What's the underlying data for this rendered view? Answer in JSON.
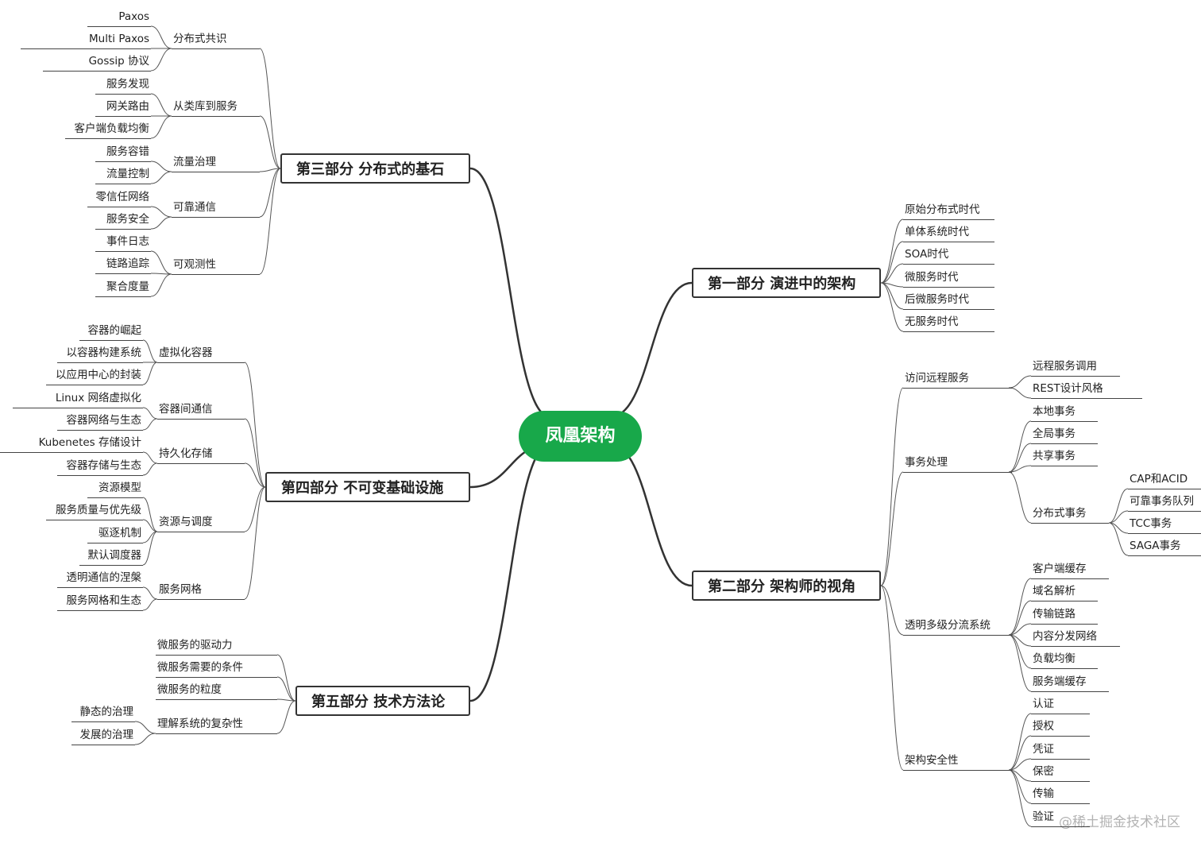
{
  "root": {
    "label": "凤凰架构",
    "color": "#18a84a"
  },
  "watermark": "@稀土掘金技术社区",
  "left": [
    {
      "label": "第三部分 分布式的基石",
      "children": [
        {
          "label": "分布式共识",
          "children": [
            {
              "label": "Paxos"
            },
            {
              "label": "Multi Paxos"
            },
            {
              "label": "Gossip 协议"
            }
          ]
        },
        {
          "label": "从类库到服务",
          "children": [
            {
              "label": "服务发现"
            },
            {
              "label": "网关路由"
            },
            {
              "label": "客户端负载均衡"
            }
          ]
        },
        {
          "label": "流量治理",
          "children": [
            {
              "label": "服务容错"
            },
            {
              "label": "流量控制"
            }
          ]
        },
        {
          "label": "可靠通信",
          "children": [
            {
              "label": "零信任网络"
            },
            {
              "label": "服务安全"
            }
          ]
        },
        {
          "label": "可观测性",
          "children": [
            {
              "label": "事件日志"
            },
            {
              "label": "链路追踪"
            },
            {
              "label": "聚合度量"
            }
          ]
        }
      ]
    },
    {
      "label": "第四部分 不可变基础设施",
      "children": [
        {
          "label": "虚拟化容器",
          "children": [
            {
              "label": "容器的崛起"
            },
            {
              "label": "以容器构建系统"
            },
            {
              "label": "以应用中心的封装"
            }
          ]
        },
        {
          "label": "容器间通信",
          "children": [
            {
              "label": "Linux 网络虚拟化"
            },
            {
              "label": "容器网络与生态"
            }
          ]
        },
        {
          "label": "持久化存储",
          "children": [
            {
              "label": "Kubenetes 存储设计"
            },
            {
              "label": "容器存储与生态"
            }
          ]
        },
        {
          "label": "资源与调度",
          "children": [
            {
              "label": "资源模型"
            },
            {
              "label": "服务质量与优先级"
            },
            {
              "label": "驱逐机制"
            },
            {
              "label": "默认调度器"
            }
          ]
        },
        {
          "label": "服务网格",
          "children": [
            {
              "label": "透明通信的涅槃"
            },
            {
              "label": "服务网格和生态"
            }
          ]
        }
      ]
    },
    {
      "label": "第五部分 技术方法论",
      "children": [
        {
          "label": "微服务的驱动力"
        },
        {
          "label": "微服务需要的条件"
        },
        {
          "label": "微服务的粒度"
        },
        {
          "label": "理解系统的复杂性",
          "children": [
            {
              "label": "静态的治理"
            },
            {
              "label": "发展的治理"
            }
          ]
        }
      ]
    }
  ],
  "right": [
    {
      "label": "第一部分 演进中的架构",
      "children": [
        {
          "label": "原始分布式时代"
        },
        {
          "label": "单体系统时代"
        },
        {
          "label": "SOA时代"
        },
        {
          "label": "微服务时代"
        },
        {
          "label": "后微服务时代"
        },
        {
          "label": "无服务时代"
        }
      ]
    },
    {
      "label": "第二部分 架构师的视角",
      "children": [
        {
          "label": "访问远程服务",
          "children": [
            {
              "label": "远程服务调用"
            },
            {
              "label": "REST设计风格"
            }
          ]
        },
        {
          "label": "事务处理",
          "children": [
            {
              "label": "本地事务"
            },
            {
              "label": "全局事务"
            },
            {
              "label": "共享事务"
            },
            {
              "label": "分布式事务",
              "children": [
                {
                  "label": "CAP和ACID"
                },
                {
                  "label": "可靠事务队列"
                },
                {
                  "label": "TCC事务"
                },
                {
                  "label": "SAGA事务"
                }
              ]
            }
          ]
        },
        {
          "label": "透明多级分流系统",
          "children": [
            {
              "label": "客户端缓存"
            },
            {
              "label": "域名解析"
            },
            {
              "label": "传输链路"
            },
            {
              "label": "内容分发网络"
            },
            {
              "label": "负载均衡"
            },
            {
              "label": "服务端缓存"
            }
          ]
        },
        {
          "label": "架构安全性",
          "children": [
            {
              "label": "认证"
            },
            {
              "label": "授权"
            },
            {
              "label": "凭证"
            },
            {
              "label": "保密"
            },
            {
              "label": "传输"
            },
            {
              "label": "验证"
            }
          ]
        }
      ]
    }
  ]
}
